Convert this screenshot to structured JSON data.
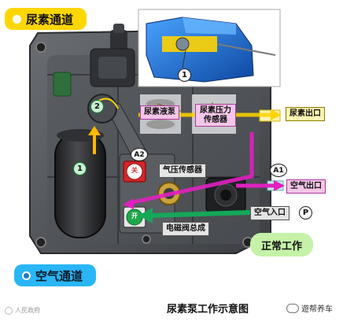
{
  "legend": {
    "urea_channel": "尿素通道",
    "air_channel": "空气通道"
  },
  "labels": {
    "urea_pump": "尿素液泵",
    "urea_pressure_sensor_line1": "尿素压力",
    "urea_pressure_sensor_line2": "传感器",
    "urea_outlet": "尿素出口",
    "air_pressure_sensor": "气压传感器",
    "air_outlet": "空气出口",
    "air_inlet": "空气入口",
    "solenoid_valve_assembly": "电磁阀总成"
  },
  "markers": {
    "one_top": "1",
    "two": "2",
    "one_left": "1",
    "a2": "A2",
    "a1": "A1",
    "p": "P",
    "valve_closed": "关",
    "valve_open": "开"
  },
  "status": "正常工作",
  "caption": "尿素泵工作示意图",
  "watermark_left": "人民政府",
  "watermark_right": "遊帮养车",
  "colors": {
    "urea_flow": "#ffd400",
    "air_flow": "#e020c0",
    "air_inlet_flow": "#14a85a",
    "legend_urea": "#ffd600",
    "legend_air": "#29b6f6",
    "status_bg": "#c5f2a8",
    "valve_closed": "#d6262a",
    "valve_open": "#1ea84a"
  },
  "icons": [
    "bullet-dot-icon",
    "flow-arrow-icon",
    "valve-icon"
  ]
}
